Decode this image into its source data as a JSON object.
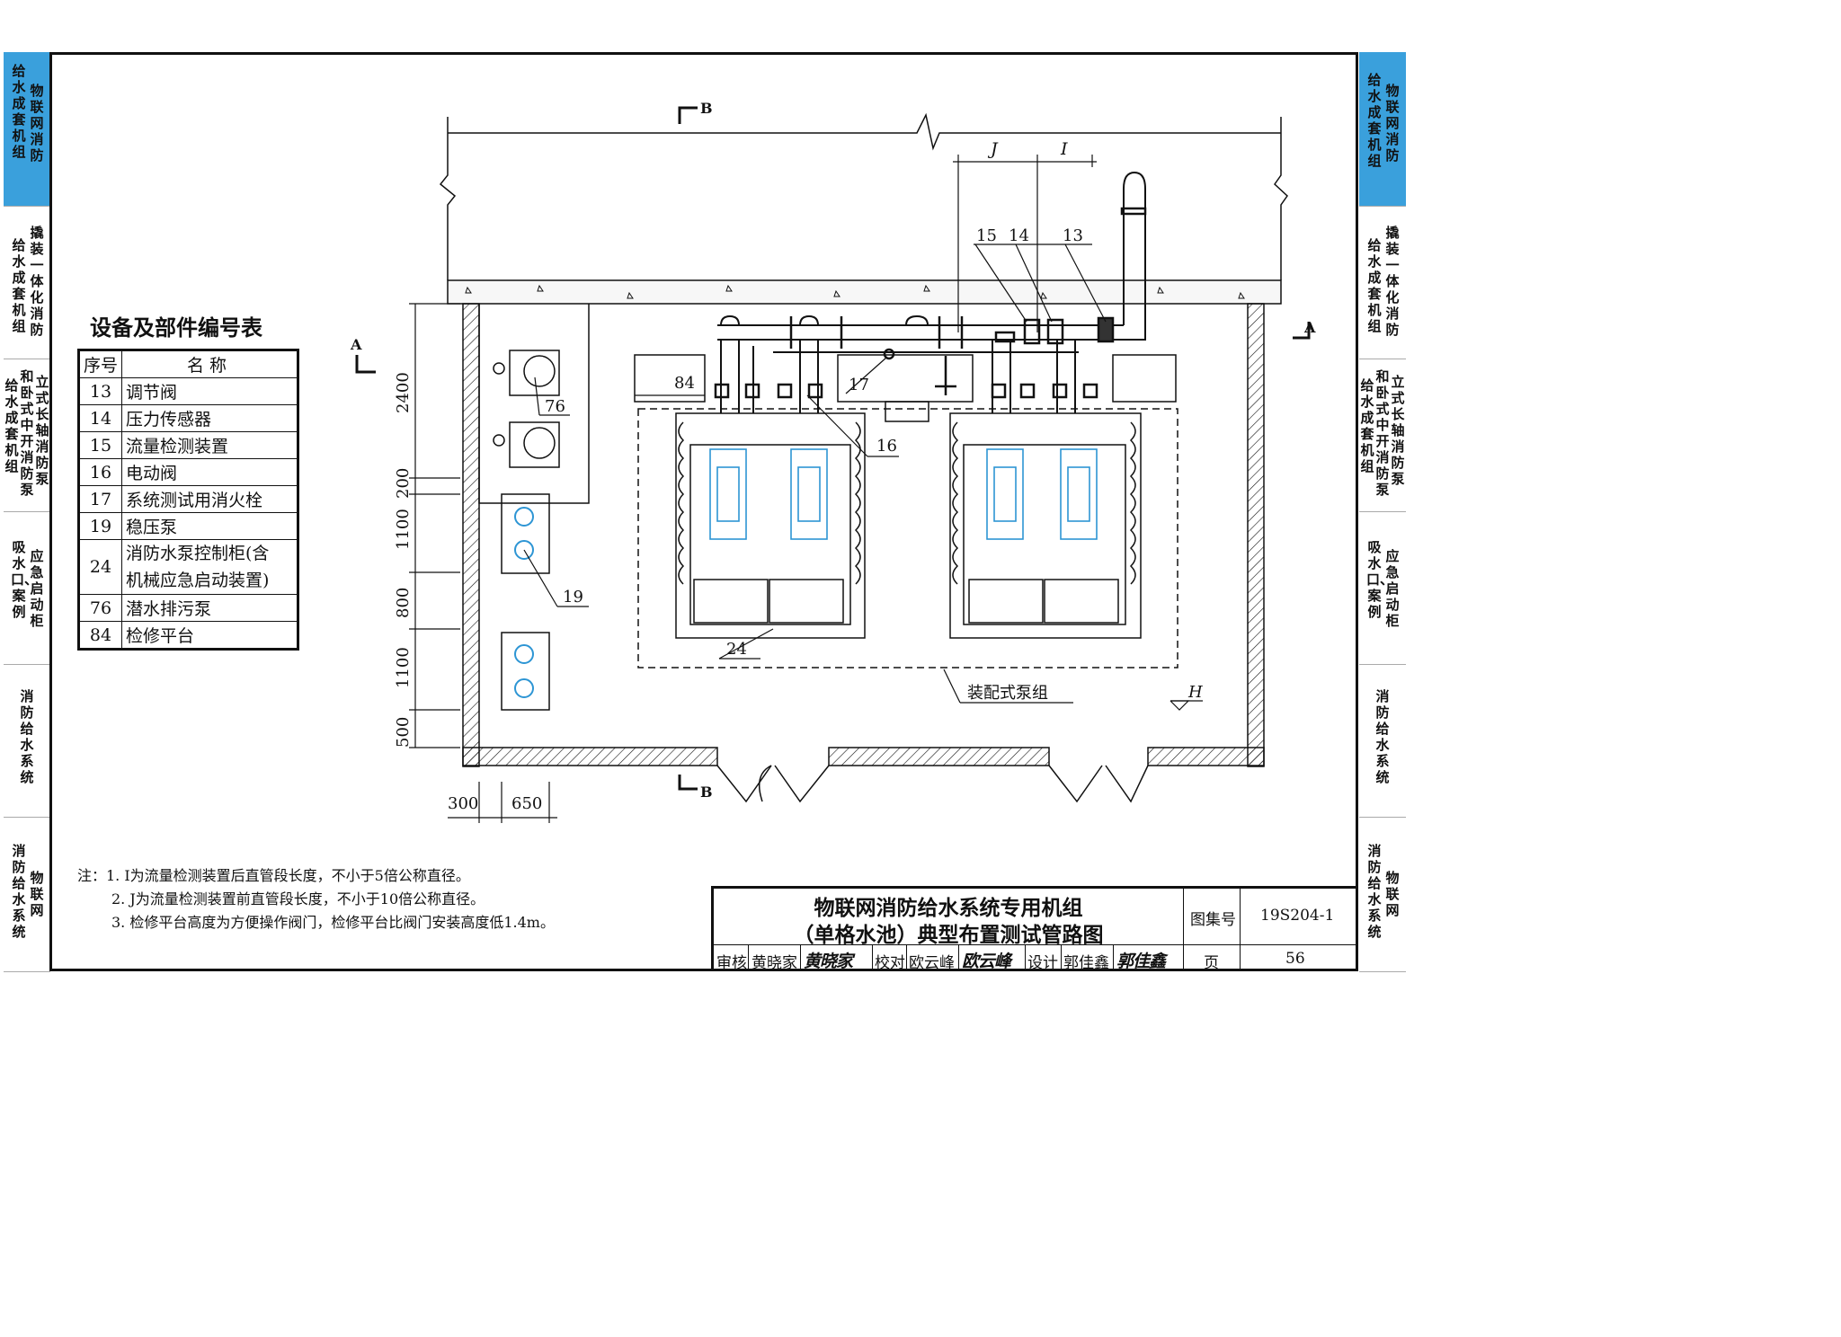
{
  "left_tabs": [
    {
      "col_a": "给水成套机组",
      "col_b": "物联网消防",
      "active": true
    },
    {
      "col_a": "给水成套机组",
      "col_b": "撬装一体化消防"
    },
    {
      "col_a": "给水成套机组",
      "col_b": "和卧式中开消防泵",
      "col_c": "立式长轴消防泵"
    },
    {
      "col_a": "吸水口、案例",
      "col_b": "应急启动柜"
    },
    {
      "col_a": "消防给水系统"
    },
    {
      "col_a": "消防给水系统",
      "col_b": "物联网"
    }
  ],
  "right_tabs": [
    {
      "col_a": "给水成套机组",
      "col_b": "物联网消防",
      "active": true
    },
    {
      "col_a": "给水成套机组",
      "col_b": "撬装一体化消防"
    },
    {
      "col_a": "给水成套机组",
      "col_b": "和卧式中开消防泵",
      "col_c": "立式长轴消防泵"
    },
    {
      "col_a": "吸水口、案例",
      "col_b": "应急启动柜"
    },
    {
      "col_a": "消防给水系统"
    },
    {
      "col_a": "消防给水系统",
      "col_b": "物联网"
    }
  ],
  "table": {
    "title": "设备及部件编号表",
    "header_no": "序号",
    "header_name": "名称",
    "rows": [
      {
        "no": "13",
        "name": "调节阀"
      },
      {
        "no": "14",
        "name": "压力传感器"
      },
      {
        "no": "15",
        "name": "流量检测装置"
      },
      {
        "no": "16",
        "name": "电动阀"
      },
      {
        "no": "17",
        "name": "系统测试用消火栓"
      },
      {
        "no": "19",
        "name": "稳压泵"
      },
      {
        "no": "24",
        "name": "消防水泵控制柜(含",
        "name2": "机械应急启动装置)"
      },
      {
        "no": "76",
        "name": "潜水排污泵"
      },
      {
        "no": "84",
        "name": "检修平台"
      }
    ]
  },
  "drawing": {
    "section_a_left": "A",
    "section_a_right": "A",
    "section_b_top": "B",
    "section_b_bottom": "B",
    "dim_j": "J",
    "dim_i": "I",
    "dims_vertical": [
      "2400",
      "200",
      "1100",
      "800",
      "1100",
      "500"
    ],
    "dims_horizontal": [
      "300",
      "650"
    ],
    "labels": {
      "l15": "15",
      "l14": "14",
      "l13": "13",
      "l84": "84",
      "l17": "17",
      "l16": "16",
      "l76": "76",
      "l19": "19",
      "l24": "24",
      "pump_unit": "装配式泵组",
      "level_h": "H"
    }
  },
  "notes": {
    "n1": "注：1.  I为流量检测装置后直管段长度，不小于5倍公称直径。",
    "n2": "2.  J为流量检测装置前直管段长度，不小于10倍公称直径。",
    "n3": "3.  检修平台高度为方便操作阀门，检修平台比阀门安装高度低1.4m。"
  },
  "title_block": {
    "title_line1": "物联网消防给水系统专用机组",
    "title_line2": "（单格水池）典型布置测试管路图",
    "atlas_label": "图集号",
    "atlas_no": "19S204-1",
    "review_label": "审核",
    "reviewer": "黄晓家",
    "reviewer_sig": "黄晓家",
    "check_label": "校对",
    "checker": "欧云峰",
    "checker_sig": "欧云峰",
    "design_label": "设计",
    "designer": "郭佳鑫",
    "designer_sig": "郭佳鑫",
    "page_label": "页",
    "page_no": "56"
  }
}
